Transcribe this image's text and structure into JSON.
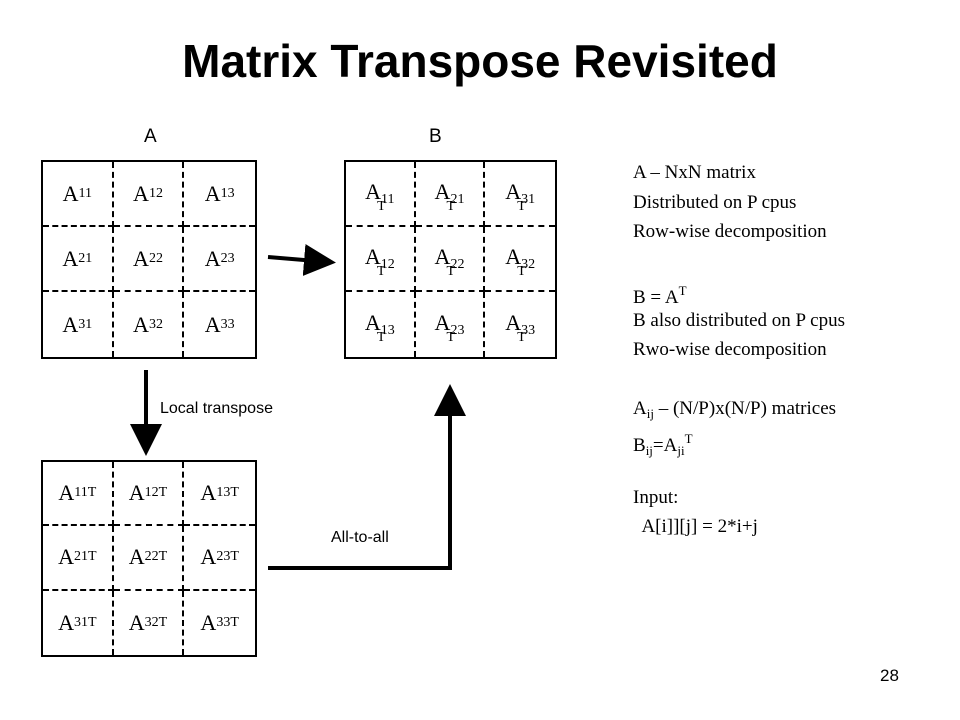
{
  "title": "Matrix Transpose Revisited",
  "label_a": "A",
  "label_b": "B",
  "label_local": "Local transpose",
  "label_all": "All-to-all",
  "page_number": "28",
  "matrix_a": [
    [
      {
        "base": "A",
        "sub": "11"
      },
      {
        "base": "A",
        "sub": "12"
      },
      {
        "base": "A",
        "sub": "13"
      }
    ],
    [
      {
        "base": "A",
        "sub": "21"
      },
      {
        "base": "A",
        "sub": "22"
      },
      {
        "base": "A",
        "sub": "23"
      }
    ],
    [
      {
        "base": "A",
        "sub": "31"
      },
      {
        "base": "A",
        "sub": "32"
      },
      {
        "base": "A",
        "sub": "33"
      }
    ]
  ],
  "matrix_b": [
    [
      {
        "base": "A",
        "sub": "11",
        "sup": "T"
      },
      {
        "base": "A",
        "sub": "21",
        "sup": "T"
      },
      {
        "base": "A",
        "sub": "31",
        "sup": "T"
      }
    ],
    [
      {
        "base": "A",
        "sub": "12",
        "sup": "T"
      },
      {
        "base": "A",
        "sub": "22",
        "sup": "T"
      },
      {
        "base": "A",
        "sub": "32",
        "sup": "T"
      }
    ],
    [
      {
        "base": "A",
        "sub": "13",
        "sup": "T"
      },
      {
        "base": "A",
        "sub": "23",
        "sup": "T"
      },
      {
        "base": "A",
        "sub": "33",
        "sup": "T"
      }
    ]
  ],
  "matrix_local": [
    [
      {
        "base": "A",
        "sub": "11",
        "sup": "T"
      },
      {
        "base": "A",
        "sub": "12",
        "sup": "T"
      },
      {
        "base": "A",
        "sub": "13",
        "sup": "T"
      }
    ],
    [
      {
        "base": "A",
        "sub": "21",
        "sup": "T"
      },
      {
        "base": "A",
        "sub": "22",
        "sup": "T"
      },
      {
        "base": "A",
        "sub": "23",
        "sup": "T"
      }
    ],
    [
      {
        "base": "A",
        "sub": "31",
        "sup": "T"
      },
      {
        "base": "A",
        "sub": "32",
        "sup": "T"
      },
      {
        "base": "A",
        "sub": "33",
        "sup": "T"
      }
    ]
  ],
  "info": {
    "l1": "A – NxN matrix",
    "l2": "Distributed on P cpus",
    "l3": "Row-wise decomposition",
    "l4_pre": "B = A",
    "l4_sup": "T",
    "l5": "B also distributed on P cpus",
    "l6": "Rwo-wise decomposition",
    "l7_pre": "A",
    "l7_sub": "ij",
    "l7_post": " – (N/P)x(N/P) matrices",
    "l8_pre": "B",
    "l8_sub1": "ij",
    "l8_mid": "=A",
    "l8_sub2": "ji",
    "l8_sup": "T",
    "l9": "Input:",
    "l10": "  A[i]][j] = 2*i+j"
  }
}
